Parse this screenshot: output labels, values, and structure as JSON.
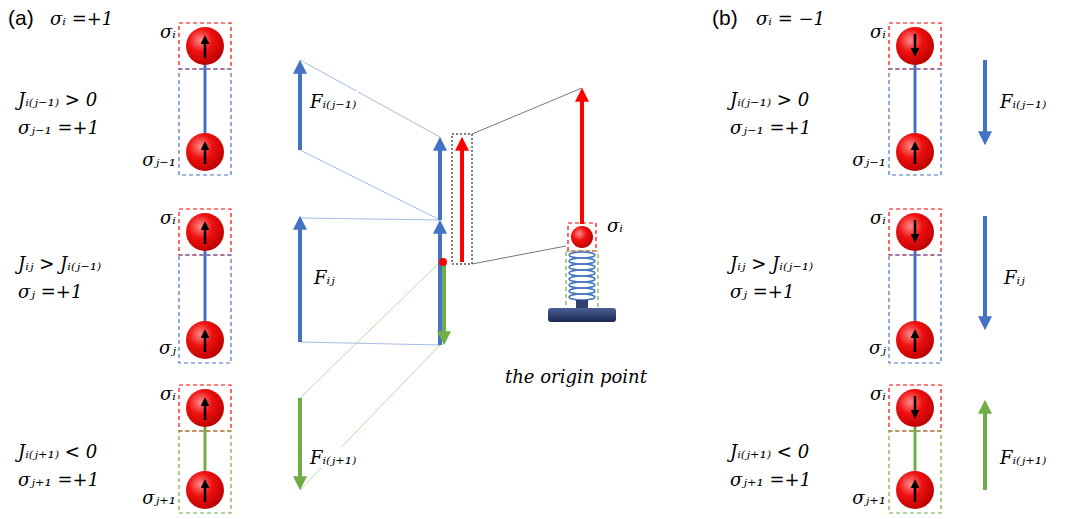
{
  "diagram": {
    "nodes": [
      {
        "text": [
          "σᵢ"
        ]
      },
      {
        "text": [
          "σⱼ₋₁"
        ]
      },
      {
        "text": [
          "σᵢ"
        ]
      },
      {
        "text": [
          "σⱼ"
        ]
      },
      {
        "text": [
          "σᵢ"
        ]
      },
      {
        "text": [
          "σⱼ₊₁"
        ]
      },
      {
        "text": [
          "σᵢ"
        ]
      },
      {
        "text": [
          "σᵢ"
        ]
      },
      {
        "text": [
          "σⱼ₋₁"
        ]
      },
      {
        "text": [
          "σᵢ"
        ]
      },
      {
        "text": [
          "σⱼ"
        ]
      },
      {
        "text": [
          "σᵢ"
        ]
      },
      {
        "text": [
          "σⱼ₊₁"
        ]
      }
    ],
    "edges": [
      {
        "from": 0,
        "to": 1,
        "arrow": "none"
      },
      {
        "from": 2,
        "to": 3,
        "arrow": "none"
      },
      {
        "from": 4,
        "to": 5,
        "arrow": "none"
      },
      {
        "from": 7,
        "to": 8,
        "arrow": "none"
      },
      {
        "from": 9,
        "to": 10,
        "arrow": "none"
      },
      {
        "from": 11,
        "to": 12,
        "arrow": "none"
      }
    ],
    "labels": [
      "(a)",
      "σᵢ =+1",
      "Jᵢ₍ⱼ₋₁₎ > 0",
      "σⱼ₋₁ =+1",
      "Jᵢⱼ > Jᵢ₍ⱼ₋₁₎",
      "σⱼ =+1",
      "Jᵢ₍ⱼ₊₁₎ < 0",
      "σⱼ₊₁ =+1",
      "Fᵢ₍ⱼ₋₁₎",
      "Fᵢⱼ",
      "Fᵢ₍ⱼ₊₁₎",
      "the origin point",
      "(b)",
      "σᵢ = −1",
      "Jᵢ₍ⱼ₋₁₎ > 0",
      "σⱼ₋₁ =+1",
      "Jᵢⱼ > Jᵢ₍ⱼ₋₁₎",
      "σⱼ =+1",
      "Jᵢ₍ⱼ₊₁₎ < 0",
      "σⱼ₊₁ =+1",
      "Fᵢ₍ⱼ₋₁₎",
      "Fᵢⱼ",
      "Fᵢ₍ⱼ₊₁₎"
    ]
  }
}
